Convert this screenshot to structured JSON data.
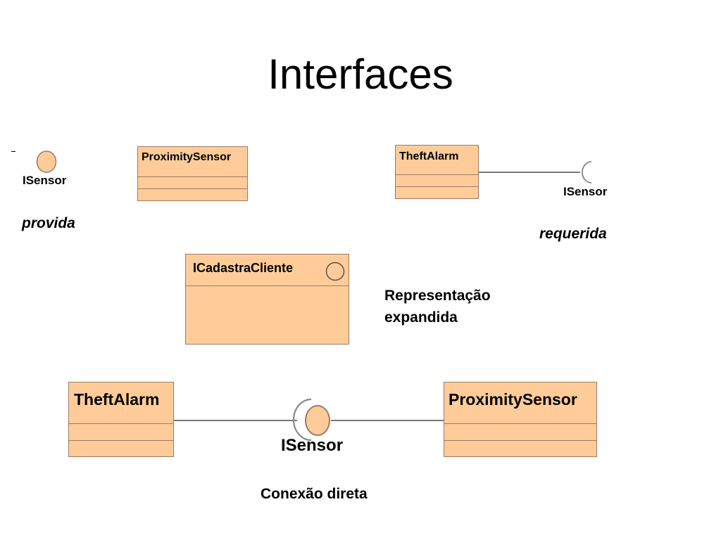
{
  "title": "Interfaces",
  "provided": {
    "interface_label": "ISensor",
    "class_name": "ProximitySensor",
    "caption": "provida"
  },
  "required": {
    "class_name": "TheftAlarm",
    "interface_label": "ISensor",
    "caption": "requerida"
  },
  "expanded": {
    "interface_name": "ICadastraCliente",
    "caption_line1": "Representação",
    "caption_line2": "expandida"
  },
  "direct": {
    "left_class": "TheftAlarm",
    "interface_label": "ISensor",
    "right_class": "ProximitySensor",
    "caption": "Conexão direta"
  },
  "colors": {
    "class_fill": "#ffcc99",
    "class_border": "#9a7b66",
    "connector": "#7a7a7a"
  }
}
